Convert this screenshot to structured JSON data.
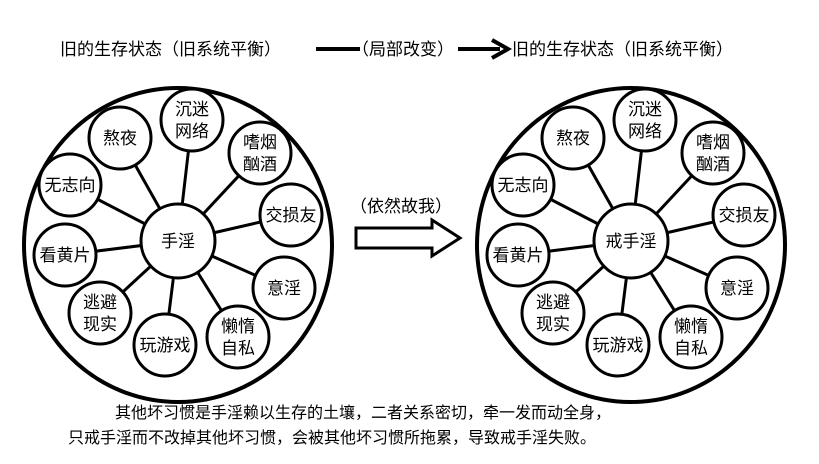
{
  "header": {
    "old_state_left": "旧的生存状态（旧系统平衡）",
    "change_label": "（局部改变）",
    "old_state_right": "旧的生存状态（旧系统平衡）"
  },
  "middle_label": "（依然故我）",
  "left_system": {
    "hub": [
      "手淫"
    ],
    "satellites": [
      [
        "熬夜"
      ],
      [
        "沉迷",
        "网络"
      ],
      [
        "嗜烟",
        "酗酒"
      ],
      [
        "交损友"
      ],
      [
        "意淫"
      ],
      [
        "懒惰",
        "自私"
      ],
      [
        "玩游戏"
      ],
      [
        "逃避",
        "现实"
      ],
      [
        "看黄片"
      ],
      [
        "无志向"
      ]
    ]
  },
  "right_system": {
    "hub": [
      "戒手淫"
    ],
    "satellites": [
      [
        "熬夜"
      ],
      [
        "沉迷",
        "网络"
      ],
      [
        "嗜烟",
        "酗酒"
      ],
      [
        "交损友"
      ],
      [
        "意淫"
      ],
      [
        "懒惰",
        "自私"
      ],
      [
        "玩游戏"
      ],
      [
        "逃避",
        "现实"
      ],
      [
        "看黄片"
      ],
      [
        "无志向"
      ]
    ]
  },
  "footer": {
    "line1": "其他坏习惯是手淫赖以生存的土壤，二者关系密切，牵一发而动全身，",
    "line2": "只戒手淫而不改掉其他坏习惯，会被其他坏习惯所拖累，导致戒手淫失败。"
  }
}
